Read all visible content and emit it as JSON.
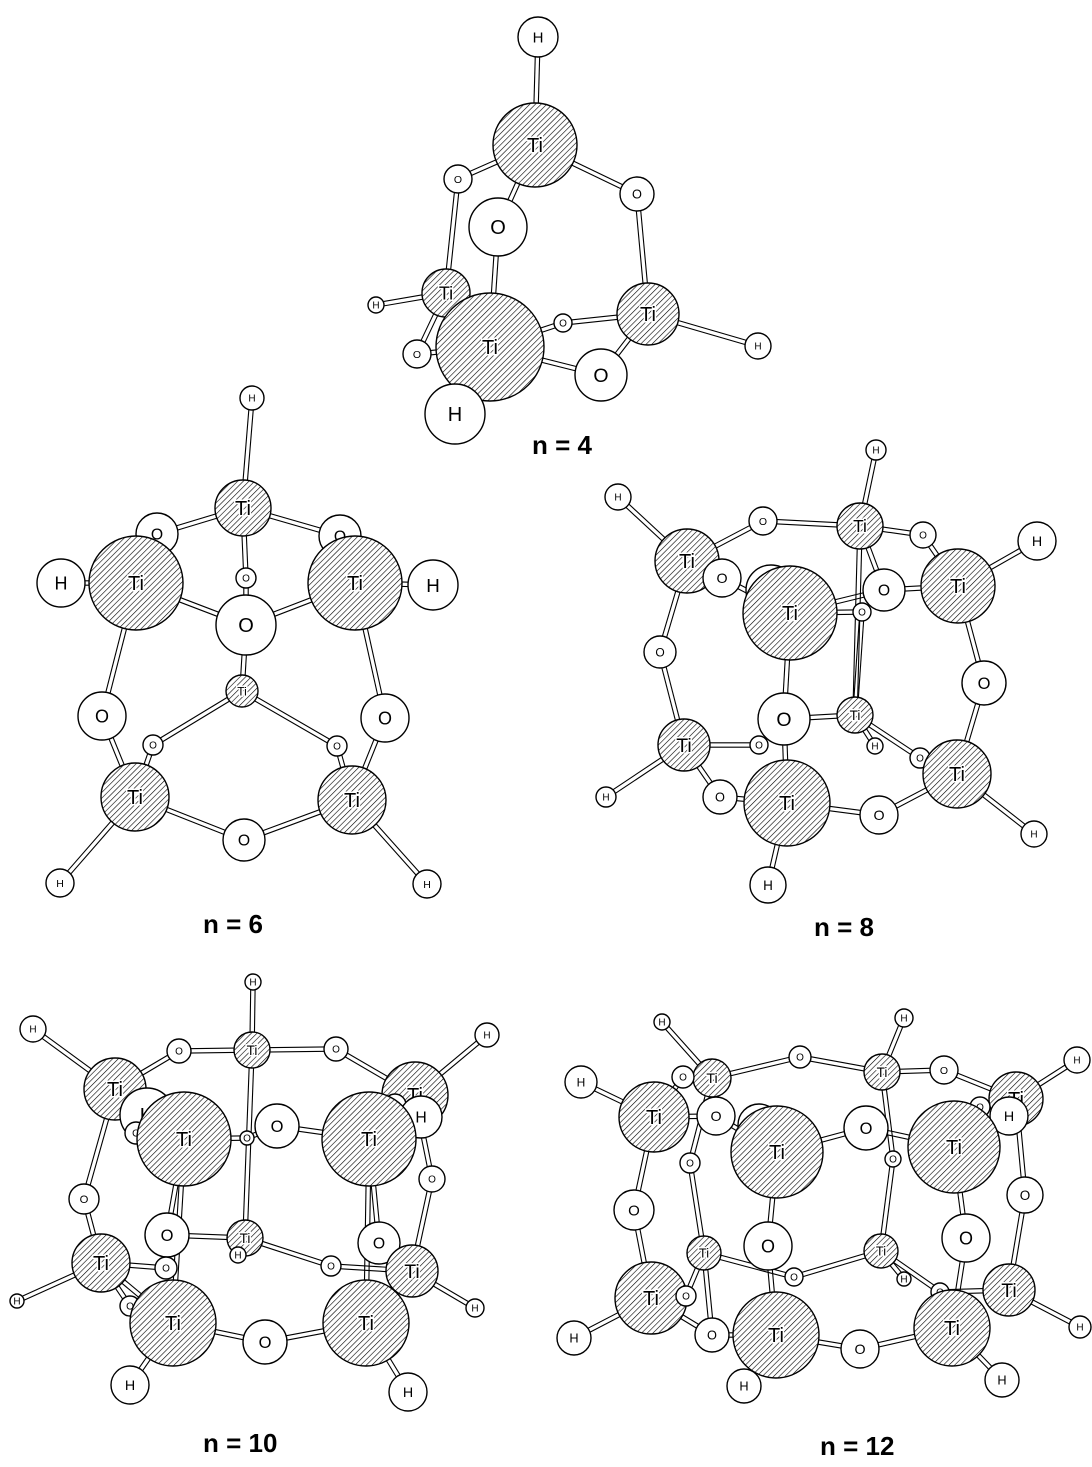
{
  "atom_labels": {
    "ti": "Ti",
    "o": "O",
    "h": "H"
  },
  "hatch_color": "#000000",
  "clusters": [
    {
      "id": "n4",
      "caption": "n = 4"
    },
    {
      "id": "n6",
      "caption": "n = 6"
    },
    {
      "id": "n8",
      "caption": "n = 8"
    },
    {
      "id": "n10",
      "caption": "n = 10"
    },
    {
      "id": "n12",
      "caption": "n = 12"
    }
  ]
}
